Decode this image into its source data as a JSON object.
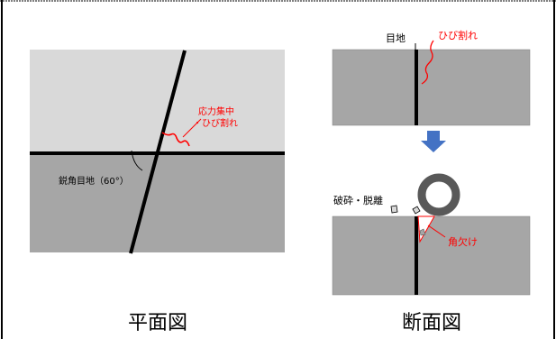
{
  "plan_view": {
    "caption": "平面図",
    "crack_label_line1": "応力集中",
    "crack_label_line2": "・ひび割れ",
    "angle_label": "鋭角目地（60°）",
    "colors": {
      "upper": "#d9d9d9",
      "lower": "#a6a6a6",
      "joint": "#000000",
      "crack": "#ff0000"
    }
  },
  "section_view": {
    "caption": "断面図",
    "joint_label": "目地",
    "crack_label": "ひび割れ",
    "fragment_label": "破砕・脱離",
    "spalling_label": "角欠け",
    "colors": {
      "slab": "#a6a6a6",
      "arrow": "#4472c4",
      "wheel": "#595959",
      "accent": "#ff0000"
    }
  }
}
